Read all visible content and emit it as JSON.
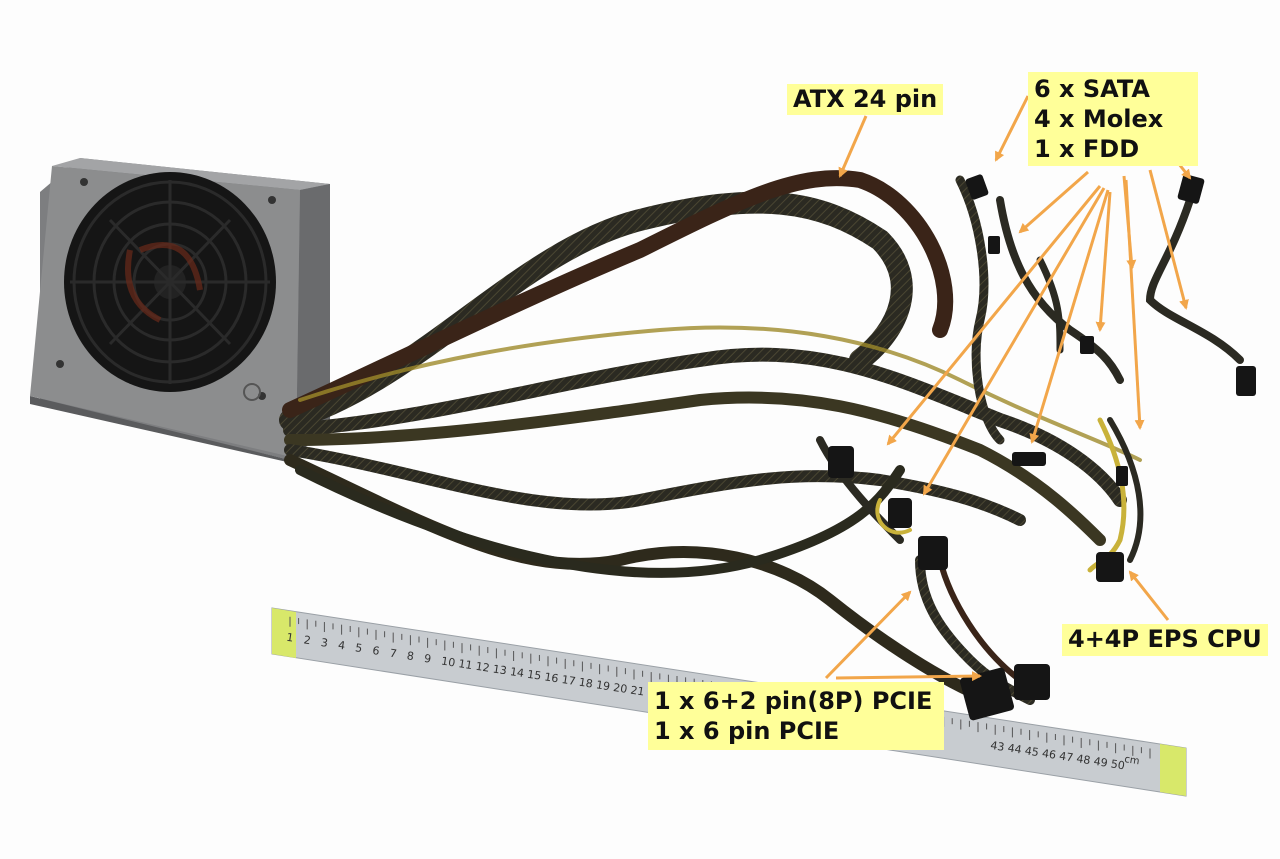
{
  "photo": {
    "subject": "computer power supply with sleeved cables",
    "colors": {
      "background": "#fdfdfd",
      "psu_body": "#8c8d8e",
      "cable_sleeve": "#2b2a22",
      "cable_red": "#8a2a1a",
      "cable_yellow": "#c9b23a",
      "callout_fill": "#ffff99",
      "arrow": "#f2a64a",
      "ruler": "#c8ccd0"
    }
  },
  "labels": {
    "atx": "ATX 24 pin",
    "storage": [
      "6 x SATA",
      "4 x Molex",
      "1 x FDD"
    ],
    "eps": "4+4P EPS CPU",
    "pcie": [
      "1 x 6+2 pin(8P) PCIE",
      "1 x 6 pin PCIE"
    ]
  },
  "ruler": {
    "unit": "cm",
    "numbers_left": [
      "1",
      "2",
      "3",
      "4",
      "5",
      "6",
      "7",
      "8",
      "9",
      "10",
      "11",
      "12",
      "13",
      "14",
      "15",
      "16",
      "17",
      "18",
      "19",
      "20",
      "21"
    ],
    "numbers_right": [
      "43",
      "44",
      "45",
      "46",
      "47",
      "48",
      "49",
      "50"
    ]
  }
}
